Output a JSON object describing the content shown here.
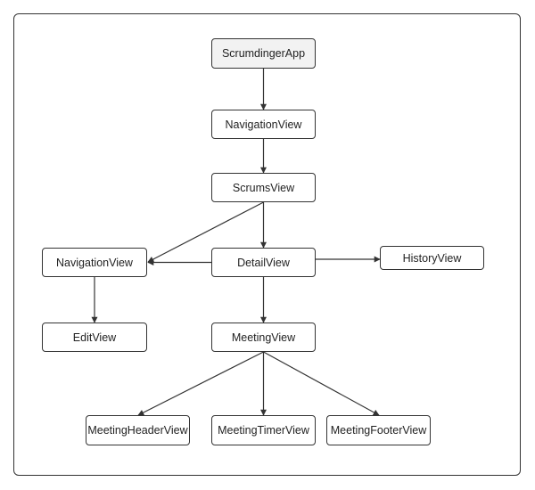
{
  "nodes": {
    "app": "ScrumdingerApp",
    "navigation_top": "NavigationView",
    "scrums": "ScrumsView",
    "navigation_left": "NavigationView",
    "detail": "DetailView",
    "history": "HistoryView",
    "edit": "EditView",
    "meeting": "MeetingView",
    "meeting_header": "MeetingHeaderView",
    "meeting_timer": "MeetingTimerView",
    "meeting_footer": "MeetingFooterView"
  },
  "colors": {
    "stroke": "#333333",
    "root_fill": "#f2f2f2",
    "node_fill": "#ffffff"
  }
}
